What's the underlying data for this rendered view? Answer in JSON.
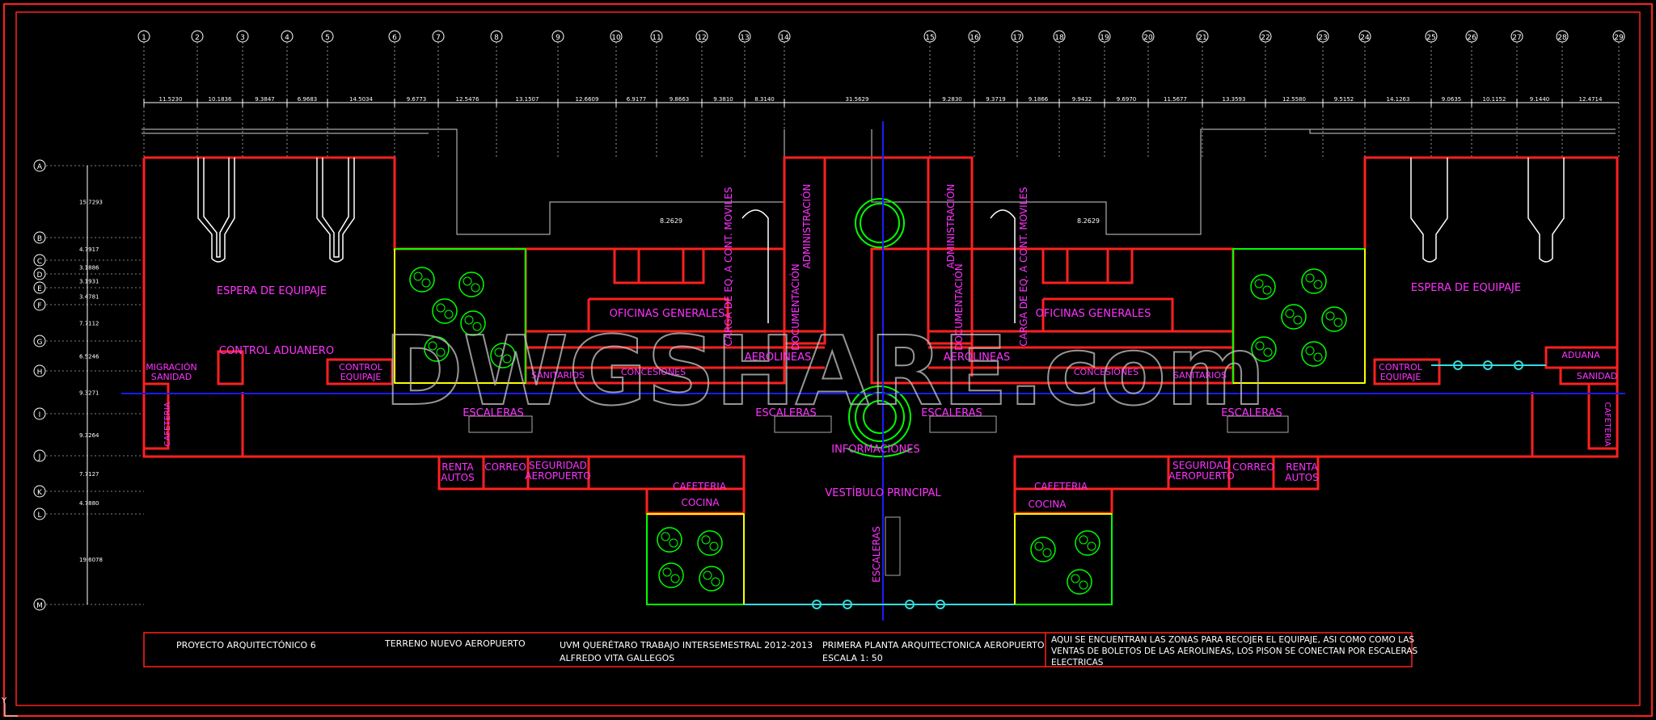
{
  "drawing": {
    "col_labels": [
      "1",
      "2",
      "3",
      "4",
      "5",
      "6",
      "7",
      "8",
      "9",
      "10",
      "11",
      "12",
      "13",
      "14",
      "15",
      "16",
      "17",
      "18",
      "19",
      "20",
      "21",
      "22",
      "23",
      "24",
      "25",
      "26",
      "27",
      "28",
      "29"
    ],
    "row_labels": [
      "A",
      "B",
      "C",
      "D",
      "E",
      "F",
      "G",
      "H",
      "I",
      "J",
      "K",
      "L",
      "M"
    ],
    "top_dims": [
      "11.5230",
      "10.1836",
      "9.3847",
      "6.9683",
      "14.5034",
      "9.6773",
      "12.5476",
      "13.1507",
      "12.6609",
      "6.9177",
      "9.8663",
      "9.3810",
      "8.3140",
      "31.5629",
      "9.2830",
      "9.3719",
      "9.1866",
      "9.9432",
      "9.6970",
      "11.5677",
      "13.3593",
      "12.5580",
      "9.5152",
      "14.1263",
      "9.0635",
      "10.1152",
      "9.1440",
      "12.4714"
    ],
    "left_dims": [
      "15.7293",
      "4.7917",
      "3.1886",
      "3.1931",
      "3.4781",
      "7.7112",
      "6.5246",
      "9.3271",
      "9.3264",
      "7.7127",
      "4.7880",
      "19.6078"
    ],
    "watermark": "DWGSHARE.com"
  },
  "rooms": {
    "espera_left": "ESPERA DE EQUIPAJE",
    "espera_right": "ESPERA DE EQUIPAJE",
    "control_aduanero": "CONTROL ADUANERO",
    "control_equipaje_left": "CONTROL\nEQUIPAJE",
    "control_equipaje_right": "CONTROL\nEQUIPAJE",
    "migracion": "MIGRACIÓN\nSANIDAD",
    "aduana": "ADUANA",
    "sanidad": "SANIDAD",
    "cafeteria_side_left": "CAFETERIA",
    "cafeteria_side_right": "CAFETERIA",
    "oficinas_left": "OFICINAS  GENERALES",
    "oficinas_right": "OFICINAS  GENERALES",
    "sanitarios_left": "SANITARIOS",
    "sanitarios_right": "SANITARIOS",
    "concesiones_left": "CONCESIONES",
    "concesiones_right": "CONCESIONES",
    "aerolineas_left": "AEROLINEAS",
    "aerolineas_right": "AEROLINEAS",
    "carga_left": "CARGA DE EQ. A CONT. MOVILES",
    "carga_right": "CARGA DE EQ. A CONT. MOVILES",
    "administracion_left": "ADMINISTRACIÓN",
    "administracion_right": "ADMINISTRACIÓN",
    "documentacion_left": "DOCUMENTACIÓN",
    "documentacion_right": "DOCUMENTACIÓN",
    "escaleras_1": "ESCALERAS",
    "escaleras_2": "ESCALERAS",
    "escaleras_3": "ESCALERAS",
    "escaleras_4": "ESCALERAS",
    "escaleras_v": "ESCALERAS",
    "informaciones": "INFORMACIONES",
    "vestibulo": "VESTÍBULO PRINCIPAL",
    "renta_left": "RENTA\nAUTOS",
    "correo_left": "CORREO",
    "seguridad_left": "SEGURIDAD\nAEROPUERTO",
    "cafeteria_left": "CAFETERIA",
    "cocina_left": "COCINA",
    "renta_right": "RENTA\nAUTOS",
    "correo_right": "CORREO",
    "seguridad_right": "SEGURIDAD\nAEROPUERTO",
    "cafeteria_right": "CAFETERIA",
    "cocina_right": "COCINA",
    "small_dim_left": "8.2629",
    "small_dim_right": "8.2629"
  },
  "title_block": {
    "project": "PROYECTO ARQUITECTÓNICO   6",
    "site": "TERRENO NUEVO AEROPUERTO",
    "school_line1": "UVM QUERÉTARO TRABAJO INTERSEMESTRAL 2012-2013",
    "school_line2": "ALFREDO VITA GALLEGOS",
    "plan_line1": "PRIMERA PLANTA ARQUITECTONICA AEROPUERTO",
    "plan_line2": "ESCALA 1: 50",
    "note_line1": "AQUI SE ENCUENTRAN LAS ZONAS PARA RECOJER EL EQUIPAJE, ASI COMO COMO LAS",
    "note_line2": "VENTAS DE BOLETOS DE LAS AEROLINEAS, LOS PISON SE CONECTAN POR ESCALERAS",
    "note_line3": "ELECTRICAS"
  },
  "ucs_label": "Y",
  "colors": {
    "background": "#000000",
    "wall": "#ff2020",
    "label": "#ff33ff",
    "grid": "#ffffff",
    "axis": "#1a1aff",
    "green": "#00ff00",
    "yellow": "#ffff00",
    "cyan": "#33dddd"
  }
}
